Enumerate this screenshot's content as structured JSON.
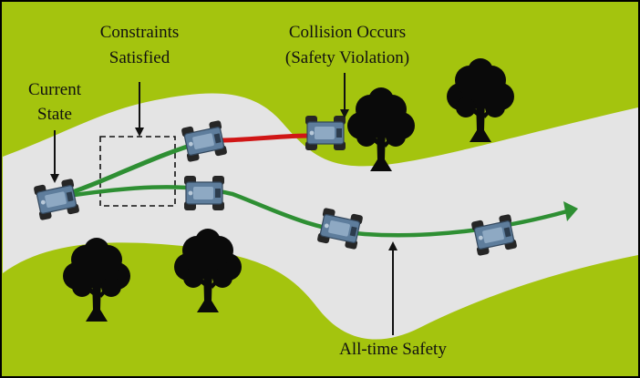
{
  "colors": {
    "grass": "#a4c40e",
    "road": "#e4e4e4",
    "tree": "#0a0a0a",
    "safe_path": "#2e8f33",
    "collision_path": "#d01616",
    "collision_text": "#d01616",
    "text": "#111111",
    "robot_body": "#5e7d9c"
  },
  "labels": {
    "current_state": [
      "Current",
      "State"
    ],
    "constraints": [
      "Constraints",
      "Satisfied"
    ],
    "collision": [
      "Collision Occurs",
      "(Safety Violation)"
    ],
    "all_time": "All-time Safety"
  },
  "icons": [
    "robot-car-icon",
    "tree-icon",
    "arrow-icon"
  ]
}
